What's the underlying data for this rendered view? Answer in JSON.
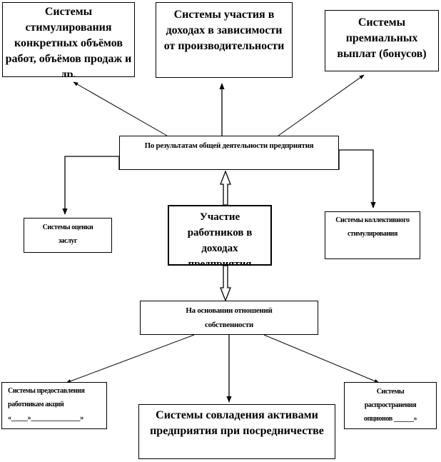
{
  "diagram": {
    "top_boxes": {
      "volume_stimulation": "Системы стимулирования конкретных объёмов работ, объёмов продаж и др.",
      "productivity_sharing": "Системы участия в доходах в зависимости от производительности",
      "bonus_payments": "Системы премиальных выплат (бонусов)"
    },
    "general_results": "По результатам общей деятельности предприятия",
    "merit_rating": "Системы оценки заслуг",
    "central": "Участие работников в доходах предприятия",
    "collective_stimulation": "Системы коллективного стимулирования",
    "ownership_relations": "На основании отношений собственности",
    "bottom_boxes": {
      "share_provision": "Системы предоставления работникам акций «_____»_______________»",
      "asset_ownership": "Системы совладения активами предприятия при посредничестве",
      "option_distribution": "Системы распространения опционов ______»"
    },
    "connections": [
      {
        "from": "general_results",
        "to": "volume_stimulation",
        "type": "arrow"
      },
      {
        "from": "general_results",
        "to": "productivity_sharing",
        "type": "arrow"
      },
      {
        "from": "general_results",
        "to": "bonus_payments",
        "type": "arrow"
      },
      {
        "from": "general_results",
        "to": "merit_rating",
        "type": "elbow-arrow"
      },
      {
        "from": "general_results",
        "to": "collective_stimulation",
        "type": "elbow-arrow"
      },
      {
        "from": "central",
        "to": "general_results",
        "type": "hollow-arrow"
      },
      {
        "from": "central",
        "to": "ownership_relations",
        "type": "hollow-arrow"
      },
      {
        "from": "ownership_relations",
        "to": "share_provision",
        "type": "arrow"
      },
      {
        "from": "ownership_relations",
        "to": "asset_ownership",
        "type": "arrow"
      },
      {
        "from": "ownership_relations",
        "to": "option_distribution",
        "type": "arrow"
      }
    ]
  }
}
